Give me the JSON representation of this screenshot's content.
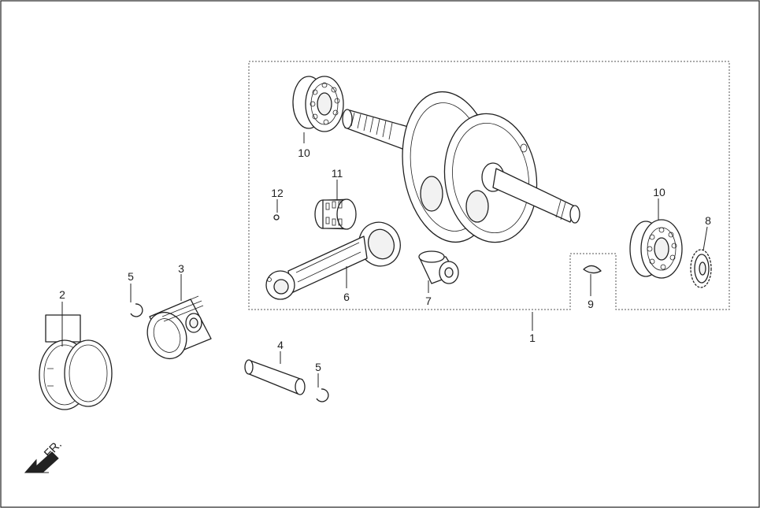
{
  "diagram": {
    "callouts": {
      "c1": "1",
      "c2": "2",
      "c3": "3",
      "c4": "4",
      "c5a": "5",
      "c5b": "5",
      "c6": "6",
      "c7": "7",
      "c8": "8",
      "c9": "9",
      "c10a": "10",
      "c10b": "10",
      "c11": "11",
      "c12": "12"
    },
    "direction_label": "FR."
  }
}
